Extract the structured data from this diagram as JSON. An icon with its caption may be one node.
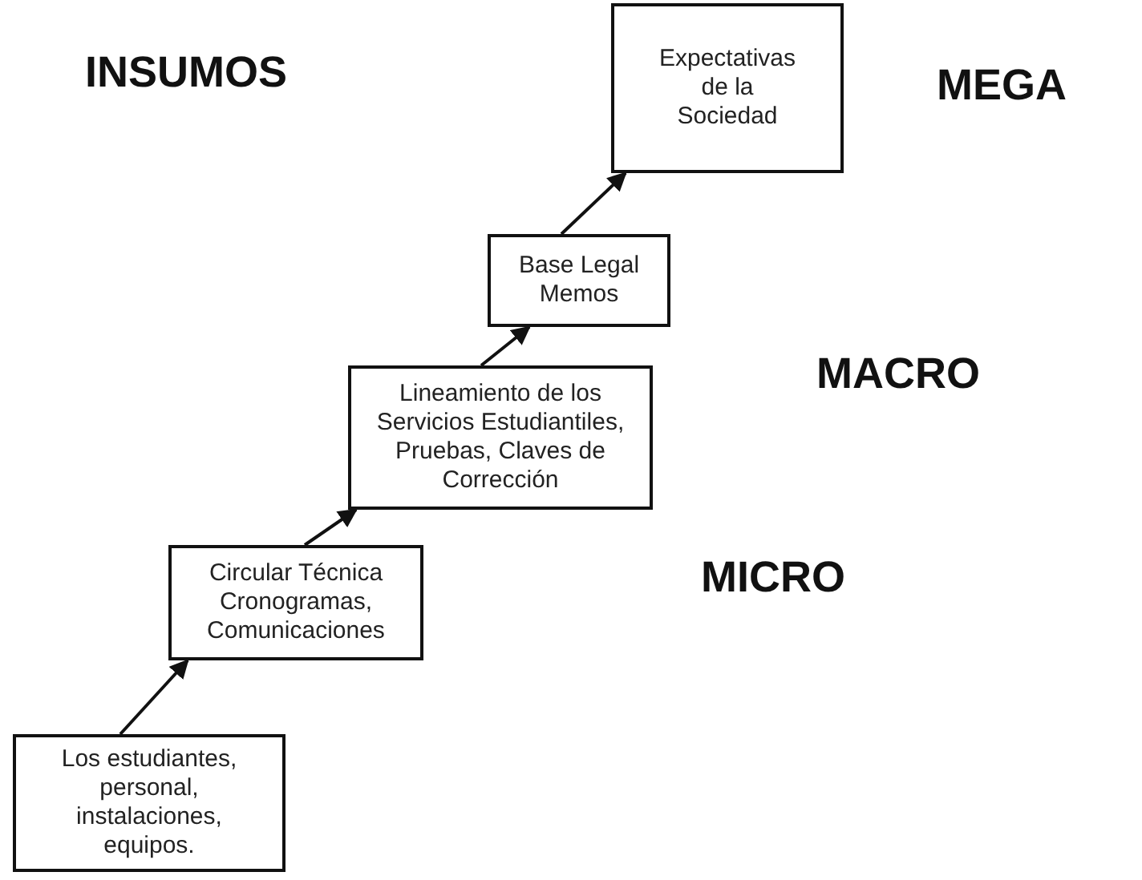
{
  "diagram": {
    "nodes": [
      {
        "text": [
          "Expectativas de la Sociedad"
        ]
      },
      {
        "text": [
          "Base Legal Memos"
        ]
      },
      {
        "text": [
          "Lineamiento de los Servicios Estudiantiles, Pruebas, Claves de Corrección"
        ]
      },
      {
        "text": [
          "Circular Técnica Cronogramas, Comunicaciones"
        ]
      },
      {
        "text": [
          "Los estudiantes, personal, instalaciones, equipos."
        ]
      }
    ],
    "edges": [
      {
        "from": 4,
        "to": 3,
        "arrow": "to"
      },
      {
        "from": 3,
        "to": 2,
        "arrow": "to"
      },
      {
        "from": 2,
        "to": 1,
        "arrow": "to"
      },
      {
        "from": 1,
        "to": 0,
        "arrow": "to"
      }
    ],
    "labels": [
      "INSUMOS",
      "MEGA",
      "MACRO",
      "MICRO"
    ]
  }
}
